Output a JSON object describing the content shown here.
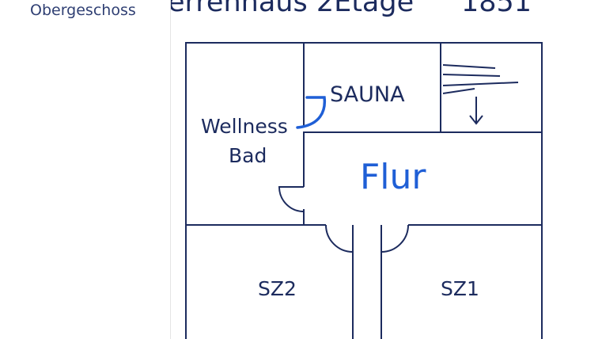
{
  "sidebar": {
    "items": [
      {
        "label": "Obergeschoss"
      }
    ]
  },
  "plan": {
    "title": "errenhaus 2Etage",
    "year": "1851",
    "rooms": {
      "sauna": "SAUNA",
      "wellness_1": "Wellness",
      "wellness_2": "Bad",
      "flur": "Flur",
      "sz2": "SZ2",
      "sz1": "SZ1"
    }
  },
  "colors": {
    "ink": "#1c2b5e",
    "pen": "#1f5fd6",
    "sidebar_text": "#2f3f73"
  }
}
